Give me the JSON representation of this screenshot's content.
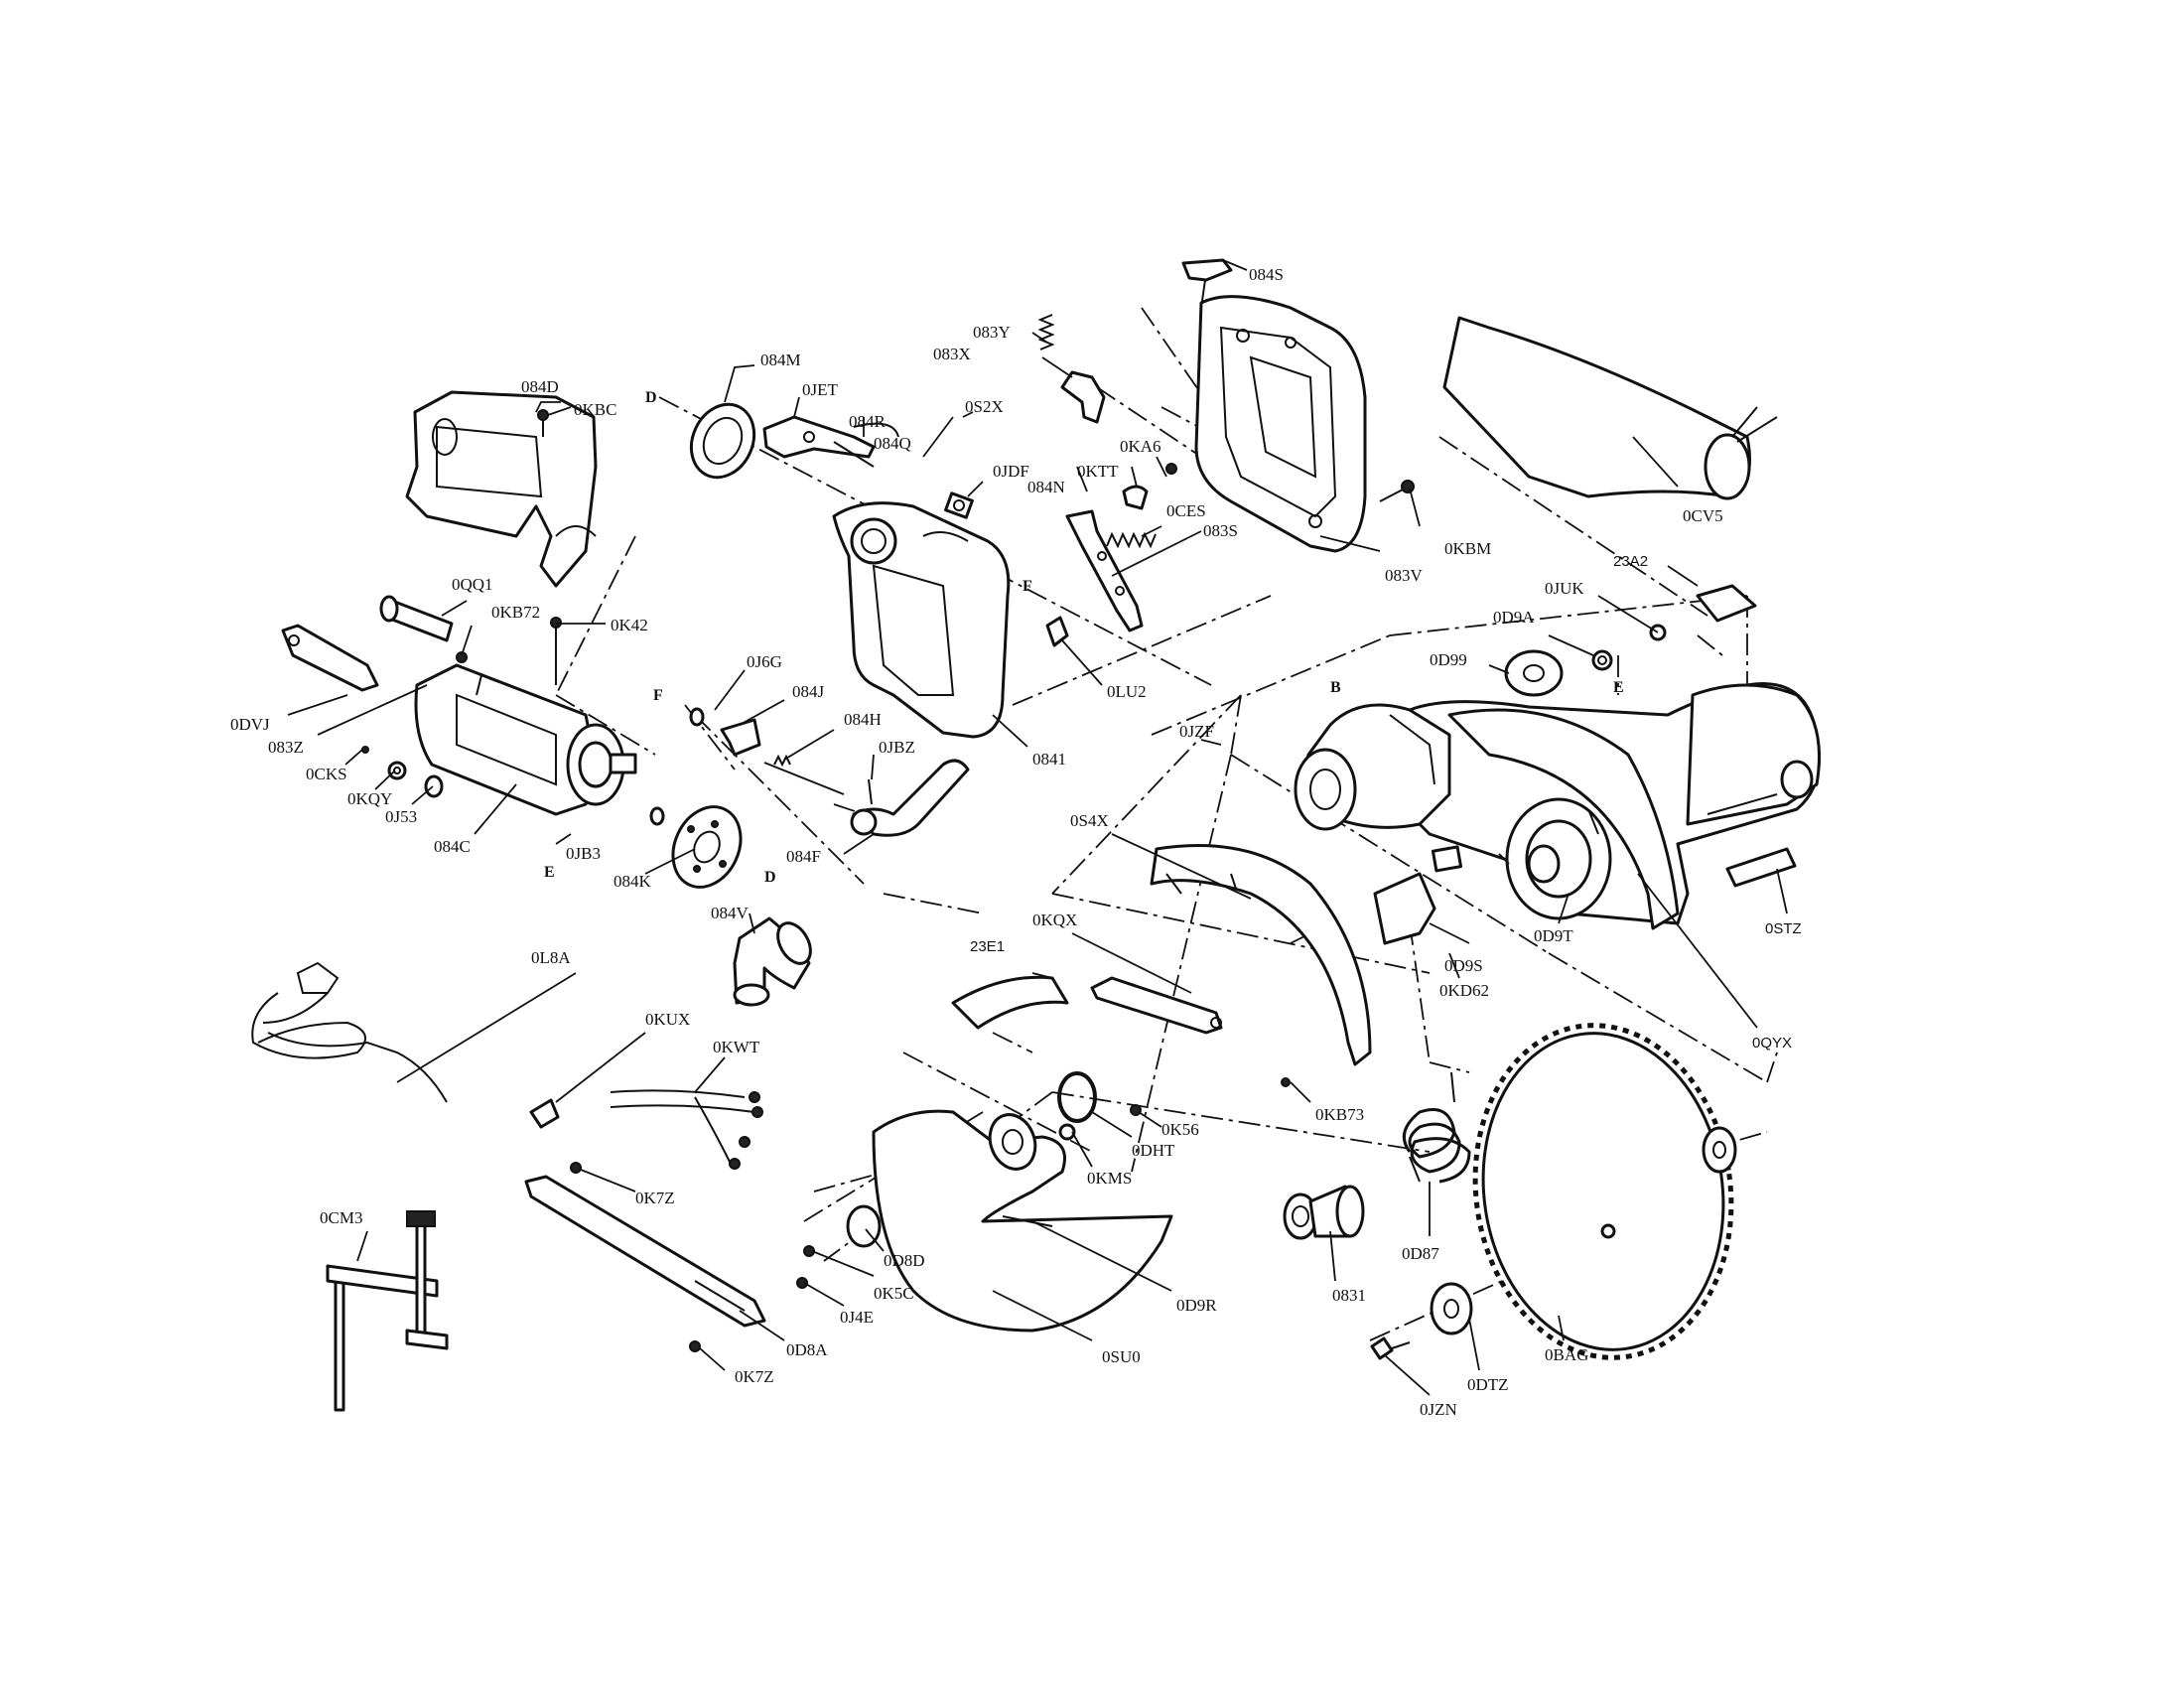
{
  "labels": {
    "084S": "084S",
    "083Y": "083Y",
    "083X": "083X",
    "084M": "084M",
    "0JET": "0JET",
    "084R": "084R",
    "084Q": "084Q",
    "0S2X": "0S2X",
    "0JDF": "0JDF",
    "0KTT": "0KTT",
    "084N": "084N",
    "0KA6": "0KA6",
    "0CES": "0CES",
    "083S": "083S",
    "0KBM": "0KBM",
    "083V": "083V",
    "0CV5": "0CV5",
    "084D": "084D",
    "0KBC": "0KBC",
    "0QQ1": "0QQ1",
    "0KB7_2": "0KB72",
    "0K42": "0K42",
    "0DVJ": "0DVJ",
    "083Z": "083Z",
    "0CKS": "0CKS",
    "0KQY": "0KQY",
    "0J53": "0J53",
    "084C": "084C",
    "0JB3": "0JB3",
    "084K": "084K",
    "0J6G": "0J6G",
    "084J": "084J",
    "084H": "084H",
    "0JBZ": "0JBZ",
    "084F": "084F",
    "0841": "0841",
    "0LU2": "0LU2",
    "0JZF": "0JZF",
    "23A2": "23A2",
    "0JUK": "0JUK",
    "0D9A": "0D9A",
    "0D99": "0D99",
    "0S4X": "0S4X",
    "0D9T": "0D9T",
    "0STZ": "0STZ",
    "0D9S": "0D9S",
    "0KD6_2": "0KD62",
    "0QYX": "0QYX",
    "084V": "084V",
    "0KQX": "0KQX",
    "23E1": "23E1",
    "0L8A": "0L8A",
    "0KUX": "0KUX",
    "0KWT": "0KWT",
    "0DHT": "0DHT",
    "0K56": "0K56",
    "0KB7_3": "0KB73",
    "0KMS": "0KMS",
    "0K7Z_a": "0K7Z",
    "0CM3": "0CM3",
    "0D8D": "0D8D",
    "0K5C": "0K5C",
    "0J4E": "0J4E",
    "0D8A": "0D8A",
    "0K7Z_b": "0K7Z",
    "0D9R": "0D9R",
    "0SU0": "0SU0",
    "0831": "0831",
    "0D87": "0D87",
    "0BAG": "0BAG",
    "0DTZ": "0DTZ",
    "0JZN": "0JZN"
  },
  "callouts": {
    "D_a": "D",
    "D_b": "D",
    "F_a": "F",
    "F_b": "F",
    "E_a": "E",
    "E_b": "E",
    "B": "B"
  }
}
